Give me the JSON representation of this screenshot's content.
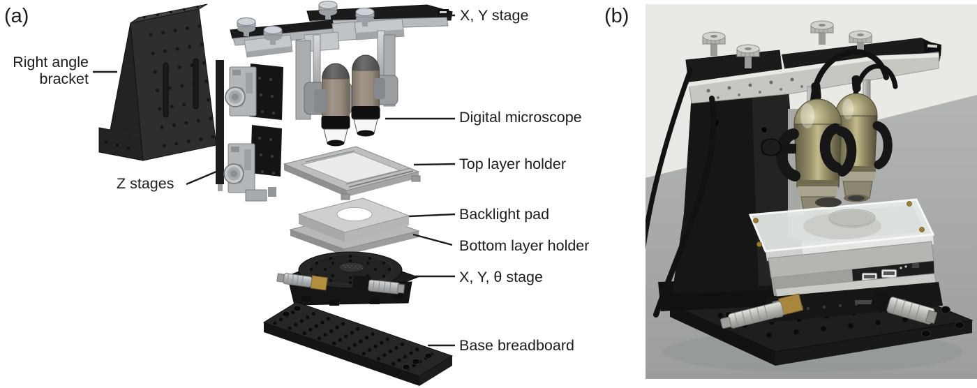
{
  "figure": {
    "panel_a": {
      "tag": "(a)",
      "labels": {
        "right_angle_bracket": "Right angle\nbracket",
        "z_stages": "Z stages",
        "xy_stage": "X, Y stage",
        "digital_microscope": "Digital microscope",
        "top_layer_holder": "Top layer holder",
        "backlight_pad": "Backlight pad",
        "bottom_layer_holder": "Bottom layer holder",
        "xy_theta_stage": "X, Y, θ stage",
        "base_breadboard": "Base breadboard"
      }
    },
    "panel_b": {
      "tag": "(b)"
    },
    "colors": {
      "label_text": "#1c1c1c",
      "leader_line": "#1c1c1c",
      "diagram_dark_part": "#2e2e2e",
      "diagram_gray_part": "#b7babd",
      "microscope_body_diagram": "#998c7e",
      "microscope_body_photo": "#8f8a62",
      "photo_wall": "#eae9e5",
      "photo_table": "#a7aaa9"
    }
  }
}
